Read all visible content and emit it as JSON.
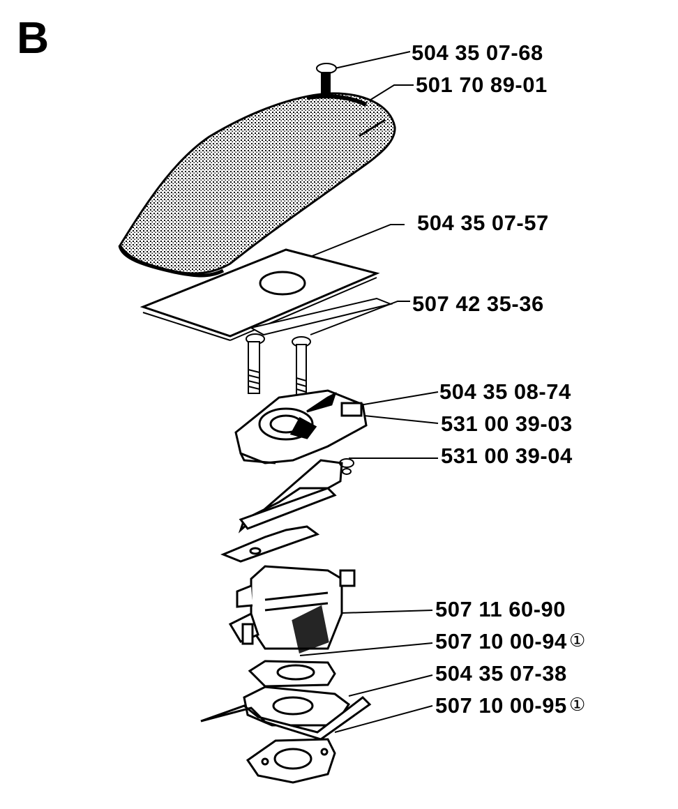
{
  "section_letter": "B",
  "parts": [
    {
      "number": "504 35 07-68"
    },
    {
      "number": "501 70 89-01"
    },
    {
      "number": "504 35 07-57"
    },
    {
      "number": "507 42 35-36"
    },
    {
      "number": "504 35 08-74"
    },
    {
      "number": "531 00 39-03"
    },
    {
      "number": "531 00 39-04"
    },
    {
      "number": "507 11 60-90"
    },
    {
      "number": "507 10 00-94",
      "note": "①"
    },
    {
      "number": "504 35 07-38"
    },
    {
      "number": "507 10 00-95",
      "note": "①"
    }
  ],
  "colors": {
    "ink": "#000000",
    "background": "#ffffff"
  }
}
